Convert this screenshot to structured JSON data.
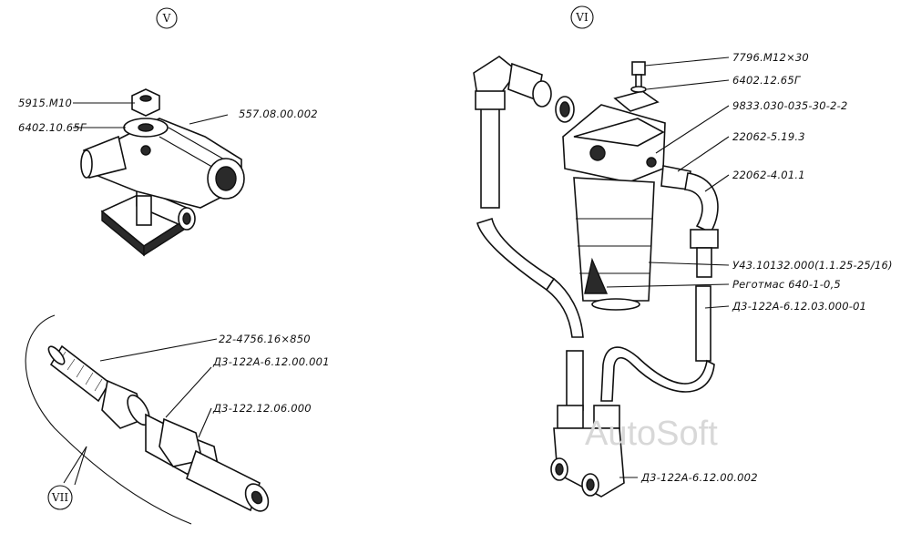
{
  "views": {
    "v": "V",
    "vi": "VI",
    "vii": "VII"
  },
  "labels": {
    "nut_m10": "5915.М10",
    "washer_10": "6402.10.65Г",
    "clamp": "557.08.00.002",
    "bolt": "7796.М12×30",
    "washer_12": "6402.12.65Г",
    "fitting_vi": "9833.030-035-30-2-2",
    "nipple_vi": "22062-5.19.3",
    "elbow_vi": "22062-4.01.1",
    "filter": "У43.10132.000(1.1.25-25/16)",
    "regotmas": "Реготмас 640-1-0,5",
    "hose_vi": "Д3-122А-6.12.03.000-01",
    "tee_vi": "Д3-122А-6.12.00.002",
    "hose_vii": "22-4756.16×850",
    "nut_vii": "Д3-122А-6.12.00.001",
    "union_vii": "Д3-122.12.06.000"
  },
  "watermark": "AutoSoft"
}
